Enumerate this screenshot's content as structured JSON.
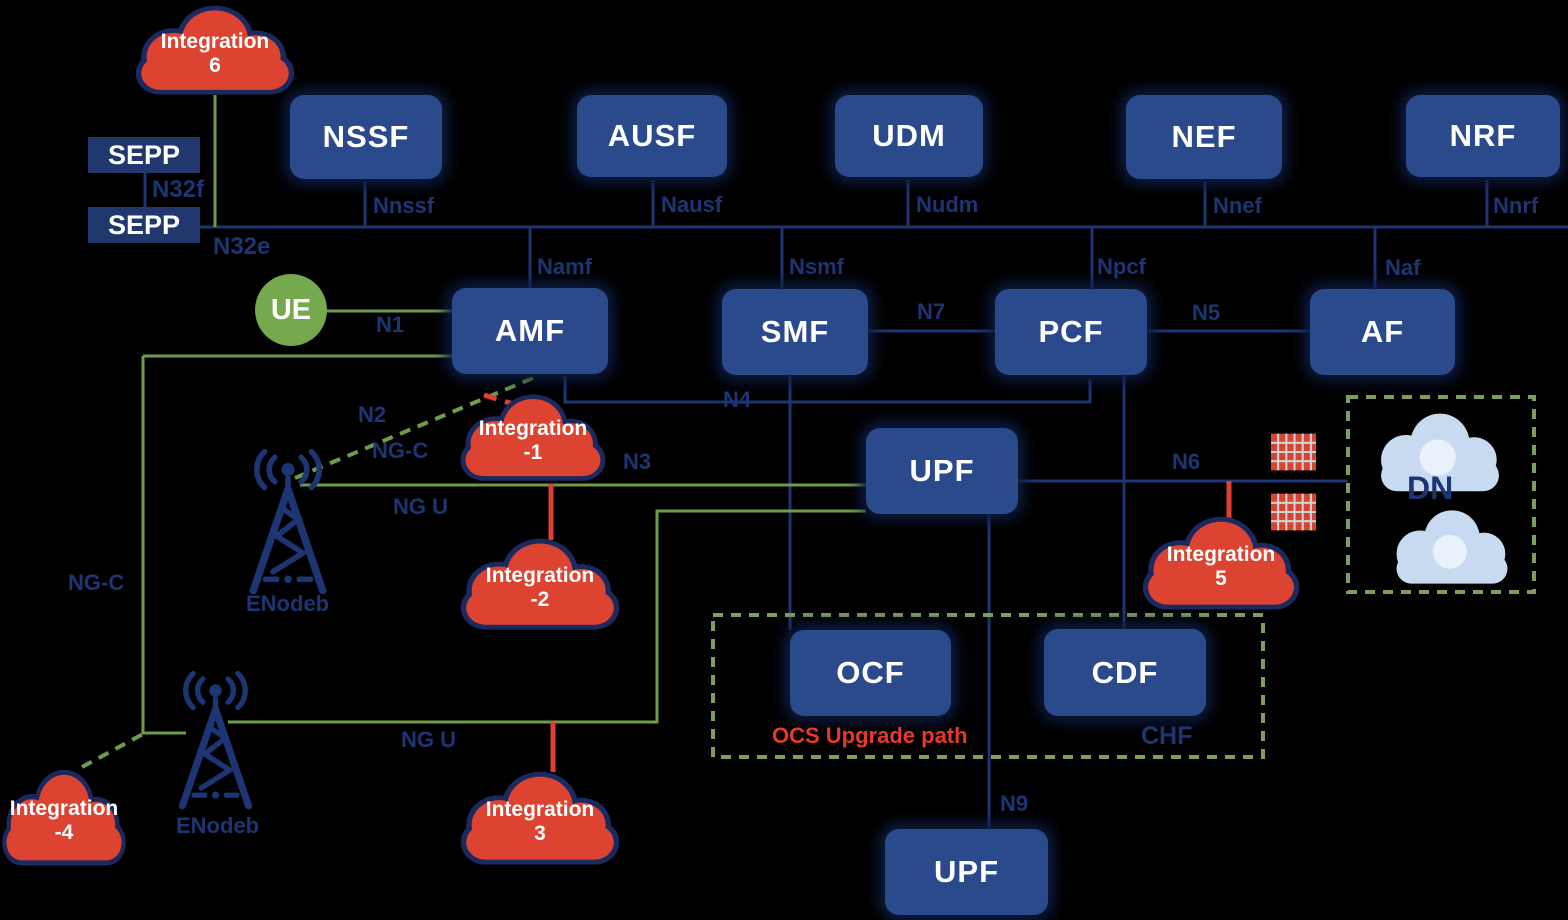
{
  "diagram_title": "5G core network architecture with integration points",
  "colors": {
    "background": "#000000",
    "node_fill": "#2b4a8c",
    "node_glow": "#0d1c42",
    "navy_line": "#1e3574",
    "green_line": "#6f9c4a",
    "cloud_red": "#dd4331",
    "cloud_border": "#1b2a5e",
    "dn_cloud_blue": "#c7daf0",
    "alert_red_text": "#e8392b",
    "ue_green": "#76a94d",
    "white": "#ffffff"
  },
  "nodes": {
    "sepp_top": "SEPP",
    "sepp_bottom": "SEPP",
    "nssf": "NSSF",
    "ausf": "AUSF",
    "udm": "UDM",
    "nef": "NEF",
    "nrf": "NRF",
    "amf": "AMF",
    "smf": "SMF",
    "pcf": "PCF",
    "af": "AF",
    "upf": "UPF",
    "ocf": "OCF",
    "cdf": "CDF",
    "upf_bottom": "UPF",
    "ue": "UE",
    "dn": "DN"
  },
  "clouds": {
    "integration6": {
      "line1": "Integration",
      "line2": "6"
    },
    "integration1": {
      "line1": "Integration",
      "line2": "-1"
    },
    "integration2": {
      "line1": "Integration",
      "line2": "-2"
    },
    "integration3": {
      "line1": "Integration",
      "line2": "3"
    },
    "integration4": {
      "line1": "Integration",
      "line2": "-4"
    },
    "integration5": {
      "line1": "Integration",
      "line2": "5"
    }
  },
  "interfaces": {
    "n32f": "N32f",
    "n32e": "N32e",
    "nnssf": "Nnssf",
    "nausf": "Nausf",
    "nudm": "Nudm",
    "nnef": "Nnef",
    "nnrf": "Nnrf",
    "namf": "Namf",
    "nsmf": "Nsmf",
    "npcf": "Npcf",
    "naf": "Naf",
    "n1": "N1",
    "n2": "N2",
    "n3": "N3",
    "n4": "N4",
    "n5": "N5",
    "n6": "N6",
    "n7": "N7",
    "n9": "N9",
    "ngc_to_amf": "NG-C",
    "ngc_left": "NG-C",
    "ngu_top": "NG U",
    "ngu_bottom": "NG U"
  },
  "annotations": {
    "ocs_upgrade_path": "OCS Upgrade path",
    "chf": "CHF",
    "enodeb_top": "ENodeb",
    "enodeb_bottom": "ENodeb"
  },
  "icons": {
    "cell_tower": "cell-tower-icon",
    "firewall_grid": "firewall-grid-icon",
    "red_cloud": "cloud-icon",
    "dn_cloud": "cloud-icon"
  }
}
